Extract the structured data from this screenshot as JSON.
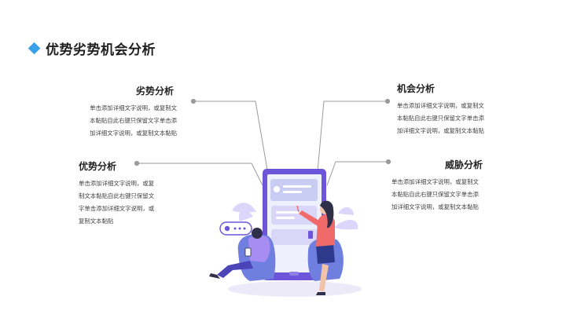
{
  "slide": {
    "title": "优势劣势机会分析",
    "accent_color": "#3aa0e8",
    "sections": {
      "weakness": {
        "heading": "劣势分析",
        "lines": [
          "单击添加详细文字说明，或复制文",
          "本黏贴自此右键只保留文字单击添",
          "加详细文字说明，或复制文本黏贴"
        ]
      },
      "strength": {
        "heading": "优势分析",
        "lines": [
          "单击添加详细文字说明，或复",
          "制文本黏贴自此右键只保留文",
          "字单击添加详细文字说明，或",
          "复制文本黏贴"
        ]
      },
      "opportunity": {
        "heading": "机会分析",
        "lines": [
          "单击添加详细文字说明，或复制文",
          "本黏贴自此右键只保留文字单击添",
          "加详细文字说明，或复制文本黏贴"
        ]
      },
      "threat": {
        "heading": "威胁分析",
        "lines": [
          "单击添加详细文字说明，或复制文",
          "本黏贴自此右键只保留文字单击添",
          "加详细文字说明，或复制文本黏贴"
        ]
      }
    },
    "illustration": "phone-with-people-illustration",
    "palette": {
      "purple": "#6c55d9",
      "blue_chair": "#6f7fe0",
      "pink_shirt": "#f06a6a",
      "light_lavender": "#e9e6fb",
      "line_gray": "#9a9a9a"
    }
  }
}
